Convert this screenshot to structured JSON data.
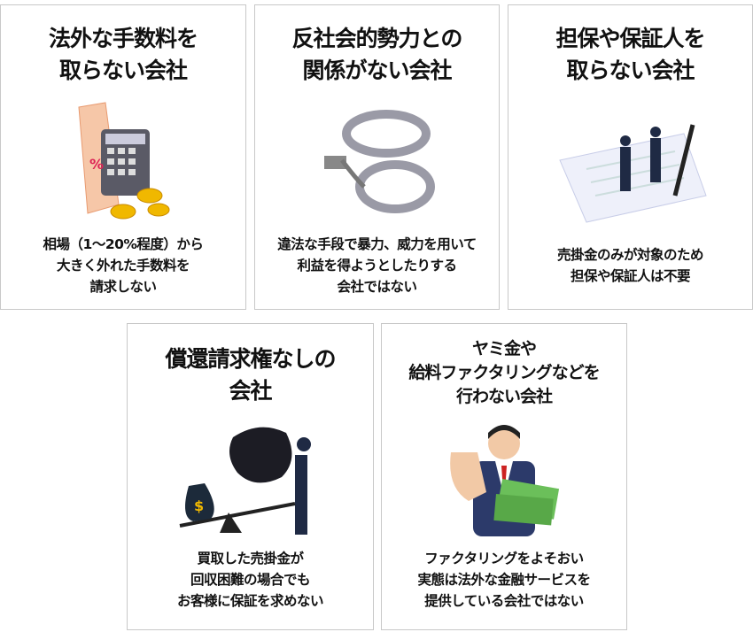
{
  "cards": [
    {
      "title": [
        "法外な手数料を",
        "取らない会社"
      ],
      "desc": [
        "相場（1～20%程度）から",
        "大きく外れた手数料を",
        "請求しない"
      ]
    },
    {
      "title": [
        "反社会的勢力との",
        "関係がない会社"
      ],
      "desc": [
        "違法な手段で暴力、威力を用いて",
        "利益を得ようとしたりする",
        "会社ではない"
      ]
    },
    {
      "title": [
        "担保や保証人を",
        "取らない会社"
      ],
      "desc": [
        "売掛金のみが対象のため",
        "担保や保証人は不要"
      ]
    },
    {
      "title": [
        "償還請求権なしの",
        "会社"
      ],
      "desc": [
        "買取した売掛金が",
        "回収困難の場合でも",
        "お客様に保証を求めない"
      ]
    },
    {
      "title": [
        "ヤミ金や",
        "給料ファクタリングなどを",
        "行わない会社"
      ],
      "desc": [
        "ファクタリングをよそおい",
        "実態は法外な金融サービスを",
        "提供している会社ではない"
      ]
    }
  ],
  "icons": {
    "calc_symbol": "%",
    "bag_symbol": "$"
  }
}
